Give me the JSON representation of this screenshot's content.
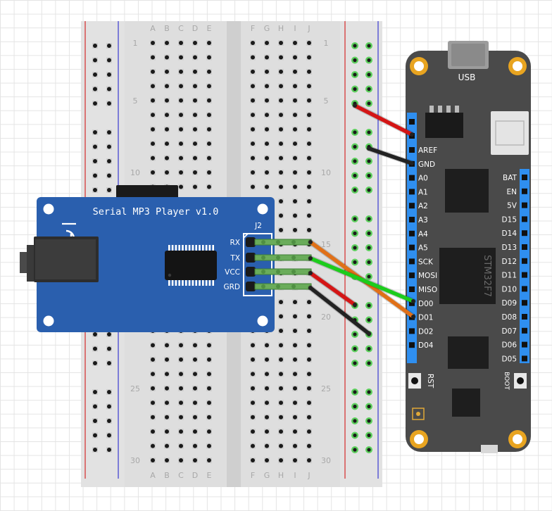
{
  "breadboard": {
    "column_letters_left": [
      "A",
      "B",
      "C",
      "D",
      "E"
    ],
    "column_letters_right": [
      "F",
      "G",
      "H",
      "I",
      "J"
    ],
    "row_numbers": [
      "1",
      "5",
      "10",
      "15",
      "20",
      "25",
      "30"
    ]
  },
  "mp3_module": {
    "title": "Serial MP3 Player v1.0",
    "header_label": "J2",
    "pins": [
      "RX",
      "TX",
      "VCC",
      "GRD"
    ]
  },
  "board": {
    "usb_label": "USB",
    "chip_label": "STM32F7",
    "left_pins": [
      "AREF",
      "GND",
      "A0",
      "A1",
      "A2",
      "A3",
      "A4",
      "A5",
      "SCK",
      "MOSI",
      "MISO",
      "D00",
      "D01",
      "D02",
      "D04"
    ],
    "right_pins": [
      "BAT",
      "EN",
      "5V",
      "D15",
      "D14",
      "D13",
      "D12",
      "D11",
      "D10",
      "D09",
      "D08",
      "D07",
      "D06",
      "D05"
    ],
    "rst_label": "RST",
    "boot_label": "BOOT"
  },
  "wires": [
    {
      "color": "#d41515"
    },
    {
      "color": "#222222"
    },
    {
      "color": "#e07018"
    },
    {
      "color": "#1ccc1c"
    },
    {
      "color": "#d41515"
    },
    {
      "color": "#222222"
    }
  ]
}
